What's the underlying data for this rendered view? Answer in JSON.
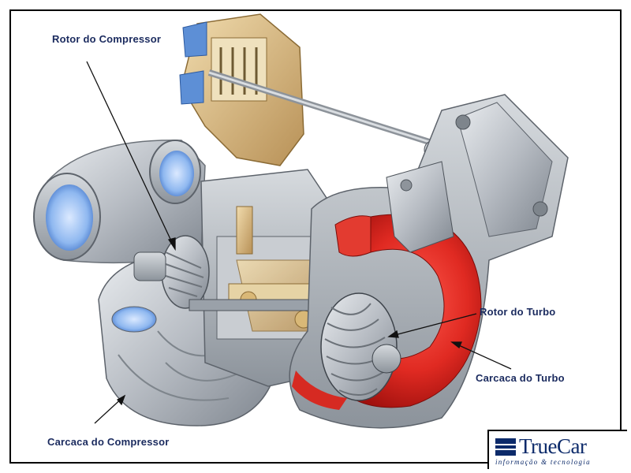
{
  "labels": {
    "rotor_compressor": "Rotor do Compressor",
    "rotor_turbo": "Rotor do Turbo",
    "carcaca_turbo": "Carcaca  do Turbo",
    "carcaca_compressor": "Carcaca  do Compressor"
  },
  "logo": {
    "name": "TrueCar",
    "tagline": "informação & tecnologia"
  },
  "colors": {
    "label_text": "#1a2a5e",
    "turbine_red": "#d92a2a",
    "compressor_blue": "#6fa3e8",
    "metal_gray": "#b8bcc2",
    "brass": "#d9b877",
    "logo_navy": "#0c2a6a"
  }
}
